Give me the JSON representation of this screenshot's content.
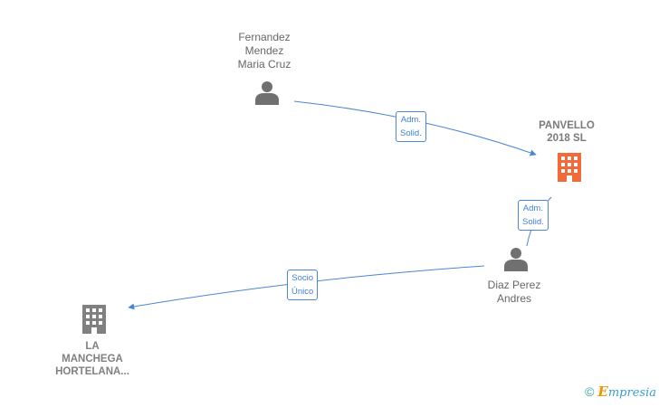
{
  "nodes": {
    "fernandez": {
      "lines": [
        "Fernandez",
        "Mendez",
        "Maria Cruz"
      ],
      "kind": "person"
    },
    "panvello": {
      "lines": [
        "PANVELLO",
        "2018  SL"
      ],
      "kind": "company-main"
    },
    "diaz": {
      "lines": [
        "Diaz Perez",
        "Andres"
      ],
      "kind": "person"
    },
    "manchega": {
      "lines": [
        "LA",
        "MANCHEGA",
        "HORTELANA..."
      ],
      "kind": "company"
    }
  },
  "edges": {
    "fernandez_panvello": {
      "lines": [
        "Adm.",
        "Solid."
      ]
    },
    "diaz_panvello": {
      "lines": [
        "Adm.",
        "Solid."
      ]
    },
    "diaz_manchega": {
      "lines": [
        "Socio",
        "Único"
      ]
    }
  },
  "footer": {
    "copyright": "©",
    "brand_first": "E",
    "brand_rest": "mpresia"
  },
  "colors": {
    "edge": "#4a86d4",
    "person_icon": "#707070",
    "company_main": "#f26a3a",
    "company": "#808080"
  }
}
